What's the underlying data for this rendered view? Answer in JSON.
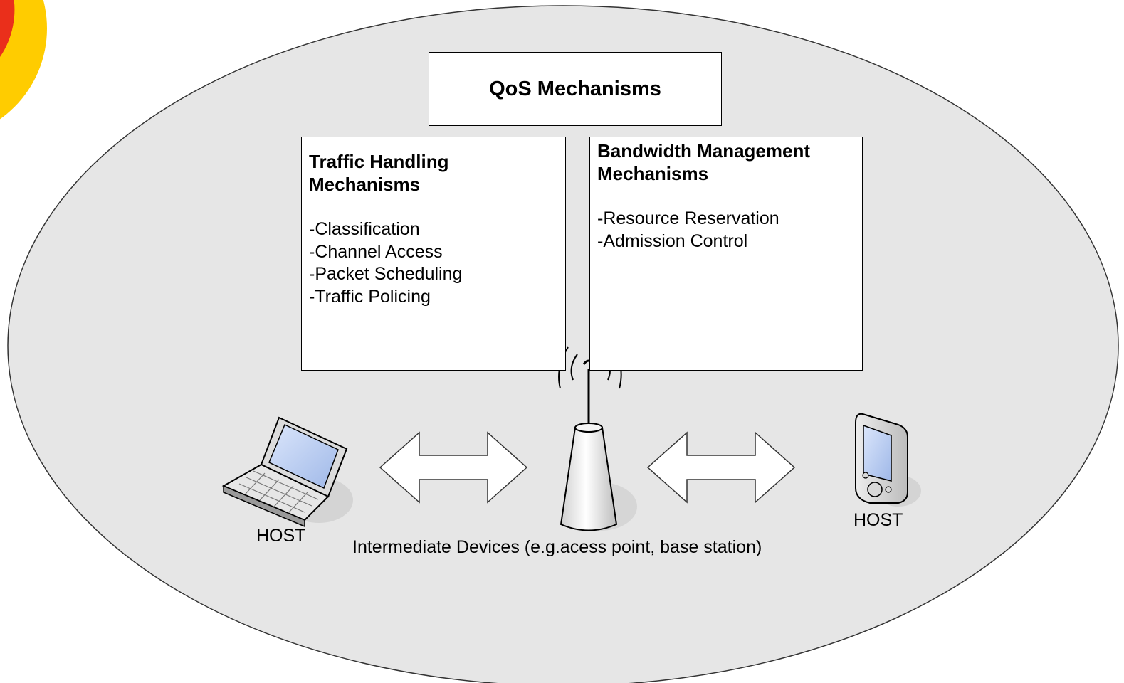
{
  "title": "QoS Mechanisms",
  "traffic_handling": {
    "title": "Traffic Handling\nMechanisms",
    "items": [
      "-Classification",
      "-Channel Access",
      "-Packet Scheduling",
      "-Traffic Policing"
    ]
  },
  "bandwidth_management": {
    "title": "Bandwidth Management\nMechanisms",
    "items": [
      "-Resource Reservation",
      "-Admission Control"
    ]
  },
  "host_left_label": "HOST",
  "host_right_label": "HOST",
  "intermediate_label": "Intermediate Devices (e.g.acess point, base station)",
  "icons": {
    "laptop": "laptop-icon",
    "antenna": "access-point-icon",
    "phone": "pda-phone-icon",
    "arrows": "double-arrow-icon"
  },
  "colors": {
    "ellipse_fill": "#e6e6e6",
    "corner_yellow": "#ffcc00",
    "corner_red": "#e81e1e",
    "screen_blue": "#b9cdf2"
  }
}
